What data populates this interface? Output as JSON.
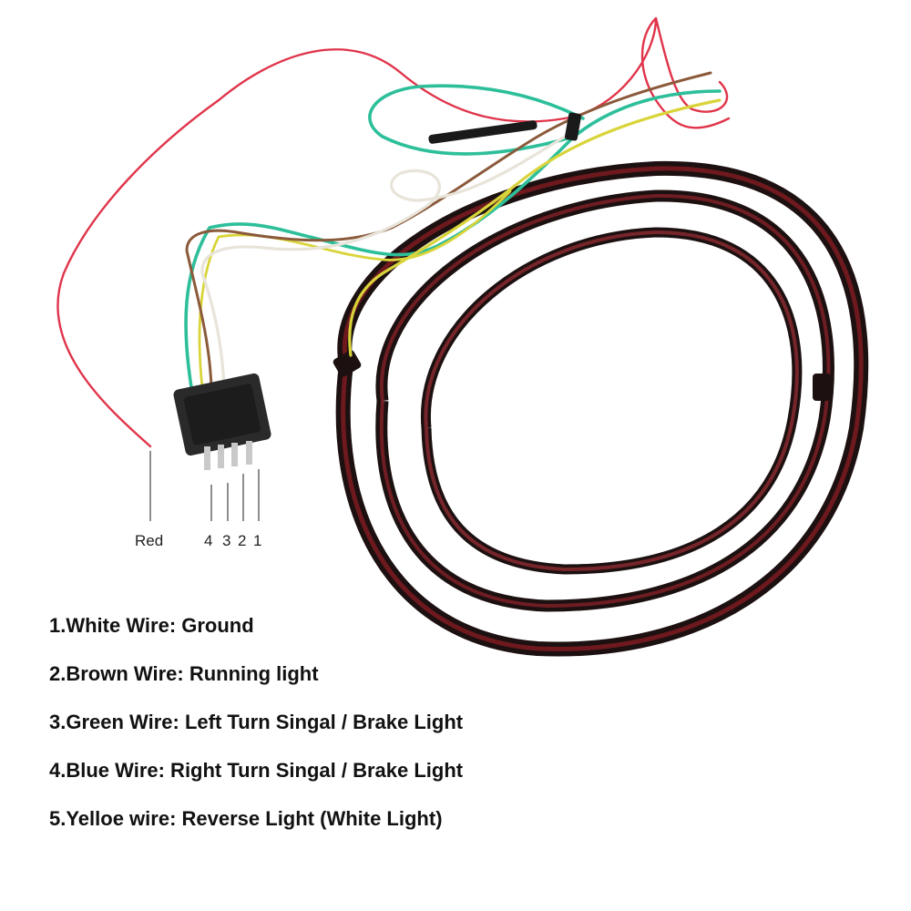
{
  "diagram": {
    "labels": {
      "red": "Red",
      "pin4": "4",
      "pin3": "3",
      "pin2": "2",
      "pin1": "1"
    },
    "wire_colors": {
      "red": "#e0344a",
      "white": "#e8e4da",
      "brown": "#8a5a3a",
      "green": "#2dbf9a",
      "yellow": "#d9d43a",
      "strip_jacket": "#1c1010",
      "strip_led": "#b0202a"
    }
  },
  "legend": {
    "items": [
      "1.White Wire: Ground",
      "2.Brown Wire: Running light",
      "3.Green Wire: Left Turn Singal / Brake Light",
      "4.Blue Wire: Right Turn Singal / Brake Light",
      "5.Yelloe wire: Reverse Light (White Light)"
    ]
  }
}
